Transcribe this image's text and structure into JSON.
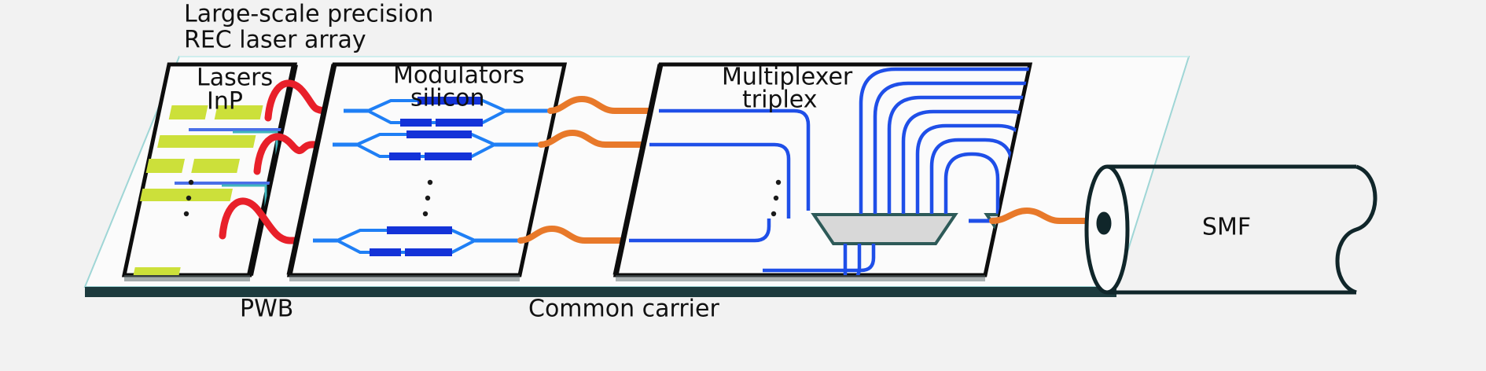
{
  "figure": {
    "type": "schematic-diagram",
    "subject": "Photonic multi-chip module with photonic wire bonds on a common carrier",
    "background_color": "#f2f2f2"
  },
  "labels": {
    "title_line1": "Large-scale precision",
    "title_line2": "REC laser array",
    "lasers_line1": "Lasers",
    "lasers_line2": "InP",
    "modulators_line1": "Modulators",
    "modulators_line2": "silicon",
    "multiplexer_line1": "Multiplexer",
    "multiplexer_line2": "triplex",
    "pwb": "PWB",
    "common_carrier": "Common carrier",
    "smf": "SMF",
    "vertical_ellipsis": "⋮"
  },
  "colors": {
    "background": "#f2f2f2",
    "carrier_top": "#fbfbfb",
    "carrier_edge": "#1d3b3e",
    "chip_outline": "#0d0d0d",
    "chip_face": "#fbfbfb",
    "laser_gain_section": "#cce03a",
    "laser_waveguide": "#4a6fe8",
    "silicon_waveguide": "#1f7ff5",
    "modulator_electrode": "#1433d8",
    "awg_waveguide": "#1f4fe8",
    "awg_slab_fill": "#d8d8d8",
    "awg_slab_stroke": "#2d5a58",
    "pwb_red": "#e8202a",
    "pwb_orange": "#e8792a",
    "smf_outline": "#10262a",
    "text": "#111111"
  },
  "chips": [
    {
      "name": "laser-array-chip",
      "label_line1": "Lasers",
      "label_line2": "InP",
      "material": "InP",
      "element_count_visible": 3,
      "elements_hidden_indicator": "⋮"
    },
    {
      "name": "modulator-chip",
      "label_line1": "Modulators",
      "label_line2": "silicon",
      "material": "silicon",
      "element_count_visible": 3,
      "elements_hidden_indicator": "⋮"
    },
    {
      "name": "multiplexer-chip",
      "label_line1": "Multiplexer",
      "label_line2": "triplex",
      "material": "triplex",
      "awg_arm_count": 7,
      "input_count_visible": 3,
      "elements_hidden_indicator": "⋮"
    }
  ],
  "interconnects": [
    {
      "name": "pwb-laser-to-modulator",
      "color": "#e8202a",
      "count": 3,
      "label": "PWB"
    },
    {
      "name": "pwb-modulator-to-multiplexer",
      "color": "#e8792a",
      "count": 3,
      "label": "PWB"
    },
    {
      "name": "pwb-multiplexer-to-smf",
      "color": "#e8792a",
      "count": 1,
      "label": "PWB"
    }
  ],
  "fiber": {
    "name": "single-mode-fiber",
    "label": "SMF"
  }
}
